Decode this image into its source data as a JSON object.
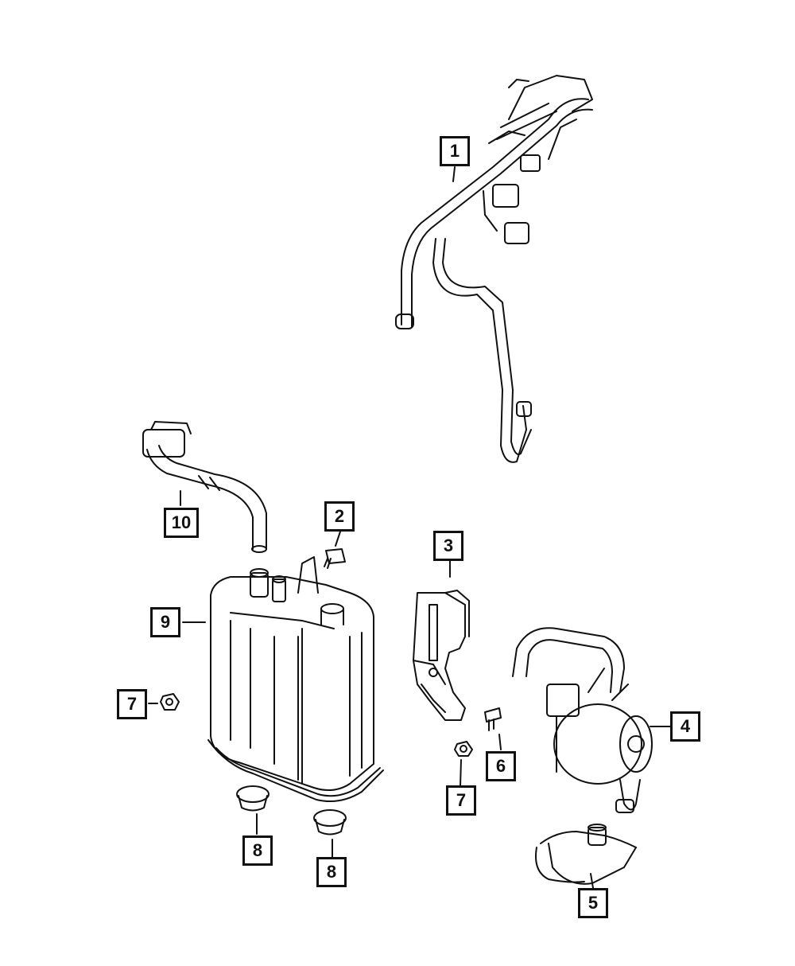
{
  "callouts": [
    {
      "id": "c1",
      "label": "1"
    },
    {
      "id": "c2",
      "label": "2"
    },
    {
      "id": "c3",
      "label": "3"
    },
    {
      "id": "c4",
      "label": "4"
    },
    {
      "id": "c5",
      "label": "5"
    },
    {
      "id": "c6",
      "label": "6"
    },
    {
      "id": "c7a",
      "label": "7"
    },
    {
      "id": "c7b",
      "label": "7"
    },
    {
      "id": "c8a",
      "label": "8"
    },
    {
      "id": "c8b",
      "label": "8"
    },
    {
      "id": "c9",
      "label": "9"
    },
    {
      "id": "c10",
      "label": "10"
    }
  ]
}
